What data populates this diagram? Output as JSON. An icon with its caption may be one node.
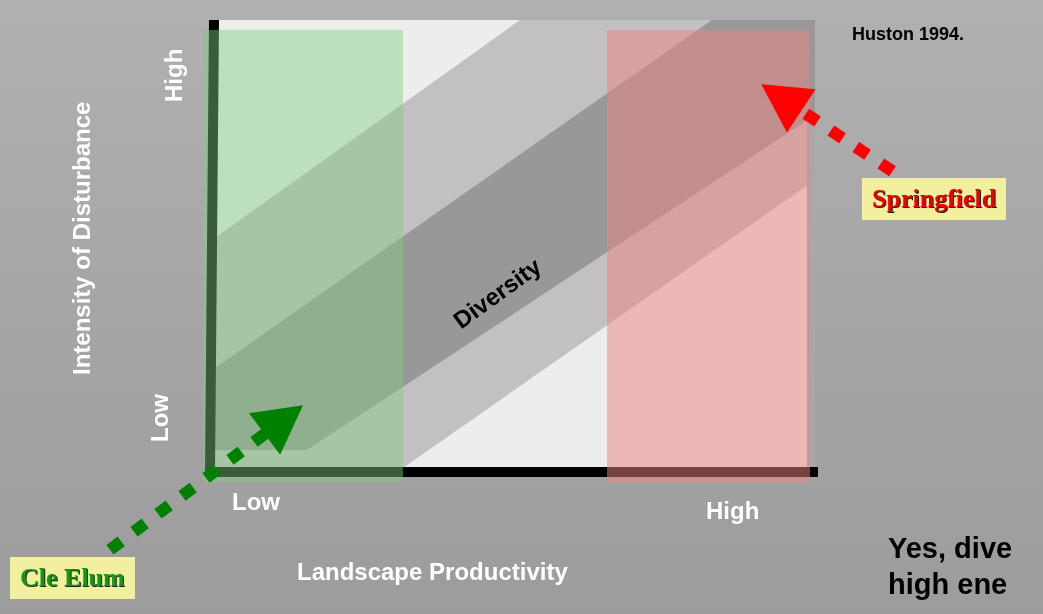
{
  "diagram": {
    "nodes": [
      {
        "text": [],
        "shape": "bar"
      },
      {
        "text": [],
        "shape": "bar"
      },
      {
        "text": [
          "Springfield"
        ]
      },
      {
        "text": [
          "Cle Elum"
        ]
      }
    ],
    "edges": [
      {
        "from": 2,
        "to": 1,
        "arrow": "to",
        "style": "dashed",
        "color": "#ff0000"
      },
      {
        "from": 3,
        "to": 0,
        "arrow": "to",
        "style": "dashed",
        "color": "#008000"
      }
    ],
    "labels": [
      "Intensity of Disturbance",
      "High",
      "Huston 1994.",
      "Diversity",
      "Low",
      "Low",
      "High",
      "Landscape Productivity",
      "Yes, dive high ene"
    ]
  }
}
